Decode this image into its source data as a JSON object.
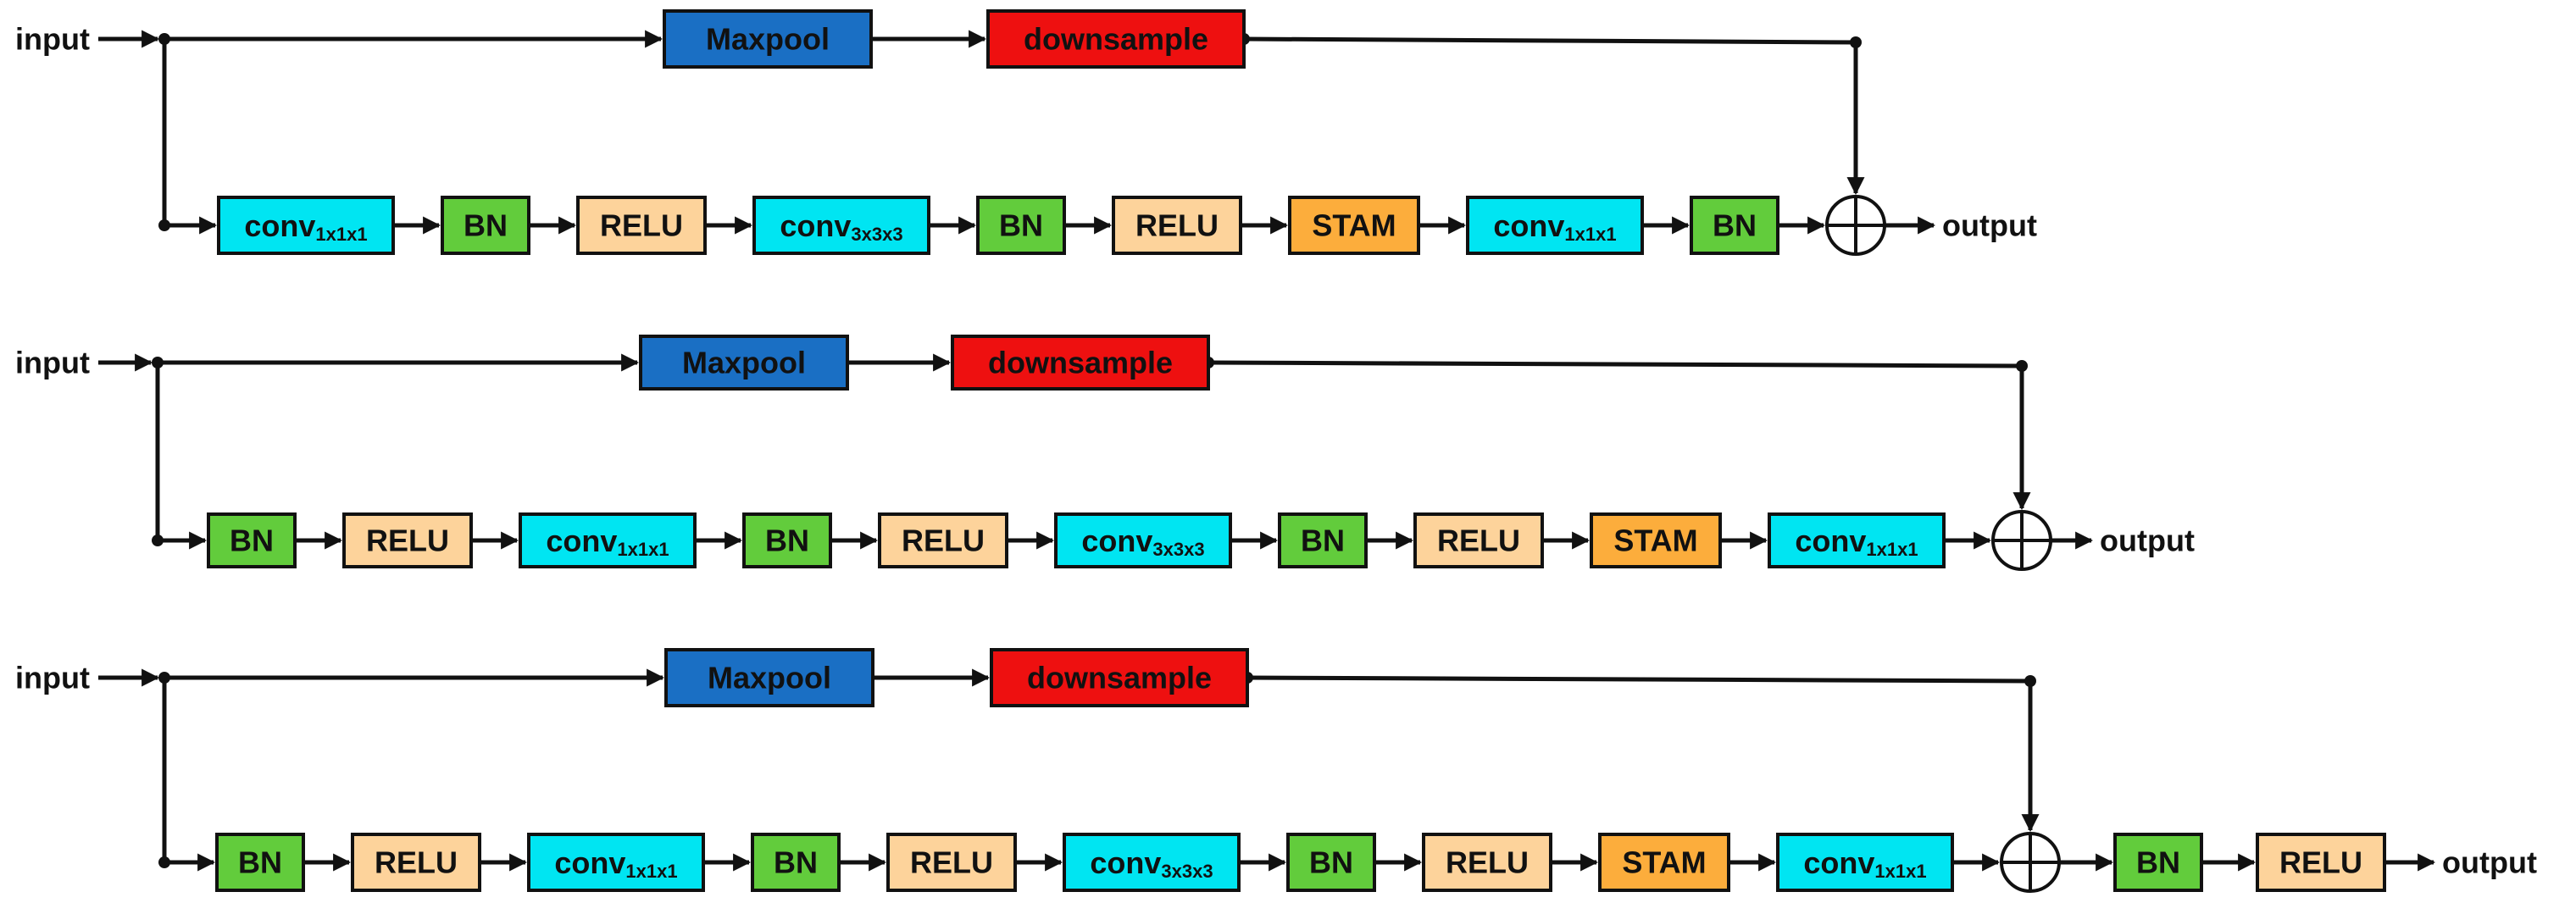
{
  "colors": {
    "maxpool": "#1a6fc4",
    "downsample": "#ee1010",
    "conv": "#00e5f2",
    "bn": "#62cc3c",
    "relu": "#fdd39b",
    "stam": "#fcad3c",
    "line": "#111111"
  },
  "labels": {
    "input": "input",
    "output": "output",
    "maxpool": "Maxpool",
    "downsample": "downsample",
    "conv": "conv",
    "bn": "BN",
    "relu": "RELU",
    "stam": "STAM",
    "sub_1x1x1": "1x1x1",
    "sub_3x3x3": "3x3x3"
  },
  "diagrams": [
    {
      "main_path": [
        "conv-1x1x1",
        "BN",
        "RELU",
        "conv-3x3x3",
        "BN",
        "RELU",
        "STAM",
        "conv-1x1x1",
        "BN",
        "add"
      ],
      "skip_path": [
        "Maxpool",
        "downsample"
      ],
      "after_add": []
    },
    {
      "main_path": [
        "BN",
        "RELU",
        "conv-1x1x1",
        "BN",
        "RELU",
        "conv-3x3x3",
        "BN",
        "RELU",
        "STAM",
        "conv-1x1x1",
        "add"
      ],
      "skip_path": [
        "Maxpool",
        "downsample"
      ],
      "after_add": []
    },
    {
      "main_path": [
        "BN",
        "RELU",
        "conv-1x1x1",
        "BN",
        "RELU",
        "conv-3x3x3",
        "BN",
        "RELU",
        "STAM",
        "conv-1x1x1",
        "add"
      ],
      "skip_path": [
        "Maxpool",
        "downsample"
      ],
      "after_add": [
        "BN",
        "RELU"
      ]
    }
  ]
}
